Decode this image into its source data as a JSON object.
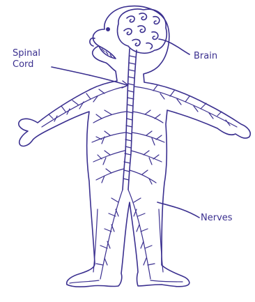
{
  "colors": {
    "ink": "#3a2f8f",
    "background": "#ffffff"
  },
  "labels": {
    "spinal_line1": "Spinal",
    "spinal_line2": "Cord",
    "brain": "Brain",
    "nerves": "Nerves"
  }
}
